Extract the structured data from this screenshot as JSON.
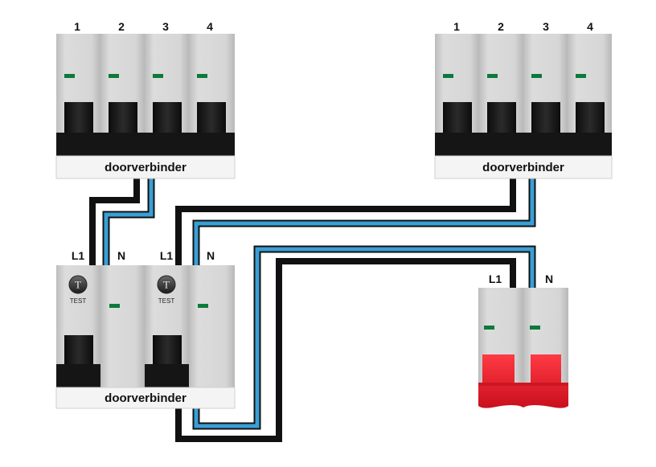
{
  "breaker_groups": [
    {
      "id": "top-left",
      "poles": [
        "1",
        "2",
        "3",
        "4"
      ],
      "connector": "doorverbinder"
    },
    {
      "id": "top-right",
      "poles": [
        "1",
        "2",
        "3",
        "4"
      ],
      "connector": "doorverbinder"
    }
  ],
  "rcbo_group": {
    "units": [
      {
        "phase": "L1",
        "neutral": "N",
        "test_symbol": "T",
        "test_label": "TEST"
      },
      {
        "phase": "L1",
        "neutral": "N",
        "test_symbol": "T",
        "test_label": "TEST"
      }
    ],
    "connector": "doorverbinder"
  },
  "rcd": {
    "phase": "L1",
    "neutral": "N"
  },
  "colors": {
    "live_wire": "#1e1e1e",
    "neutral_wire": "#3a9fd6",
    "indicator": "#0b7a3b",
    "rcd_handle": "#e11d2a",
    "housing": "#d9d9d9"
  }
}
